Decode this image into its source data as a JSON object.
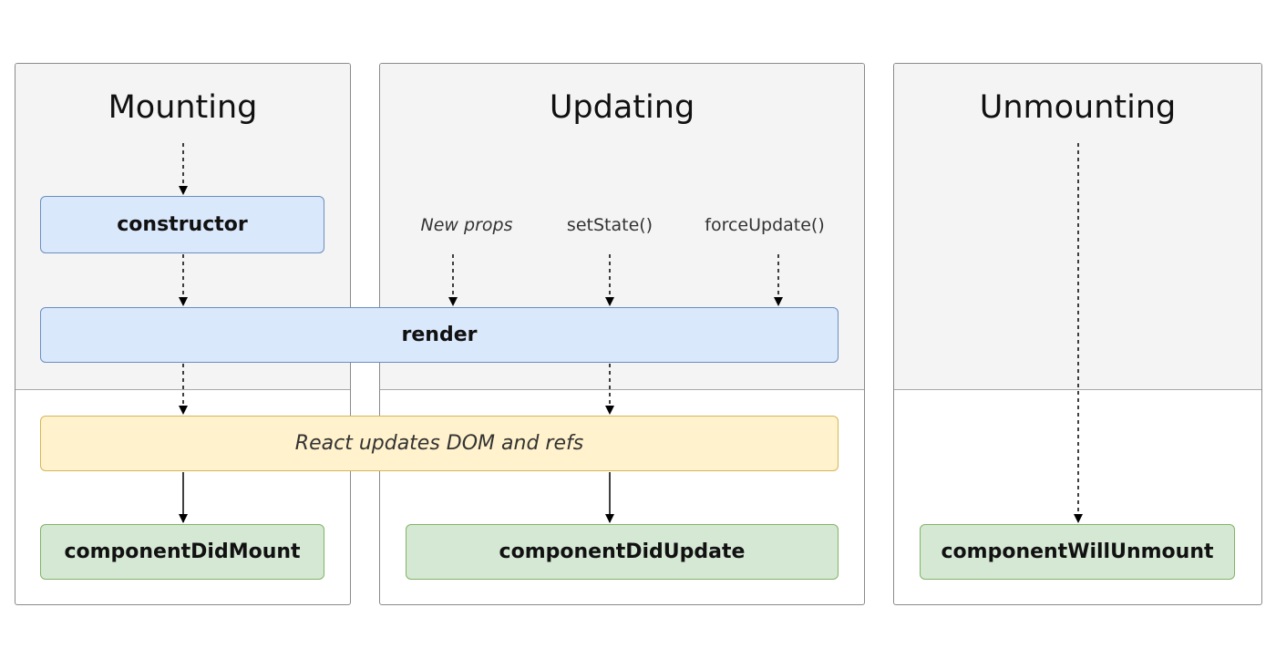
{
  "phases": {
    "mounting": {
      "title": "Mounting"
    },
    "updating": {
      "title": "Updating"
    },
    "unmounting": {
      "title": "Unmounting"
    }
  },
  "triggers": {
    "new_props": "New props",
    "set_state": "setState()",
    "force_update": "forceUpdate()"
  },
  "methods": {
    "constructor": "constructor",
    "render": "render",
    "dom_update": "React updates DOM and refs",
    "component_did_mount": "componentDidMount",
    "component_did_update": "componentDidUpdate",
    "component_will_unmount": "componentWillUnmount"
  },
  "colors": {
    "render_phase_fill": "#dae8fc",
    "commit_fill": "#d5e8d4",
    "dom_fill": "#fff2cc",
    "phase_shade": "#f4f4f4"
  }
}
